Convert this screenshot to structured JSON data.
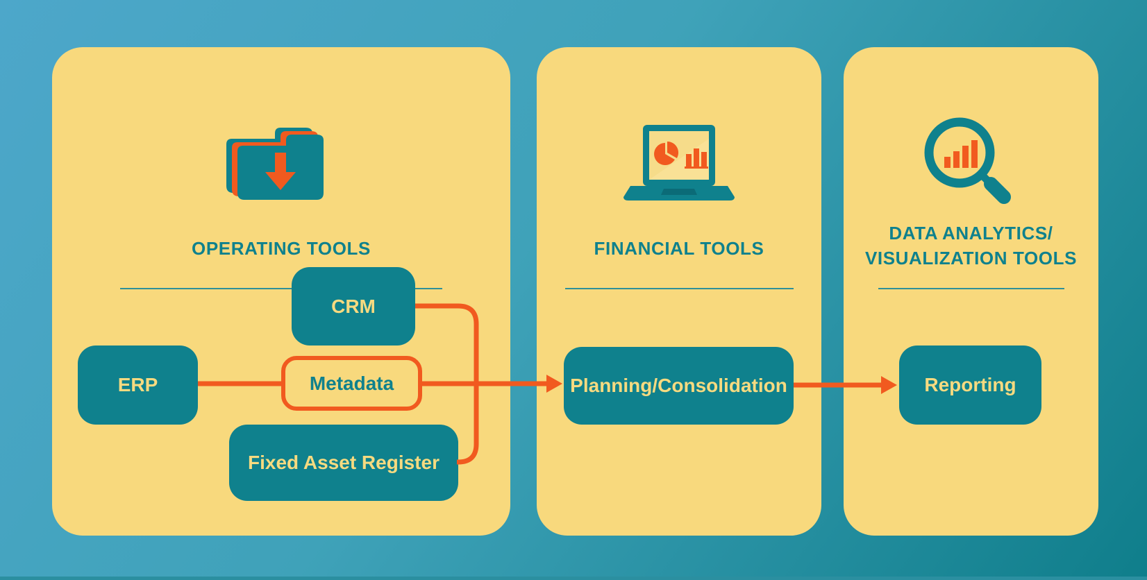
{
  "diagram": {
    "colors": {
      "background_top_left": "#4DA7CA",
      "background_bottom_right": "#0F7E8B",
      "panel_yellow": "#F8D97D",
      "node_teal": "#0F818D",
      "node_label_yellow": "#F6DA80",
      "accent_orange": "#F15A1F"
    },
    "panels": [
      {
        "title_lines": [
          "OPERATING TOOLS"
        ],
        "icon": "folder-download-icon"
      },
      {
        "title_lines": [
          "FINANCIAL TOOLS"
        ],
        "icon": "laptop-charts-icon"
      },
      {
        "title_lines": [
          "DATA ANALYTICS/",
          "VISUALIZATION TOOLS"
        ],
        "icon": "magnifier-bar-chart-icon"
      }
    ],
    "nodes": {
      "erp": "ERP",
      "crm": "CRM",
      "metadata": "Metadata",
      "fixed_asset_register": "Fixed Asset Register",
      "planning_consolidation": "Planning/Consolidation",
      "reporting": "Reporting"
    }
  }
}
